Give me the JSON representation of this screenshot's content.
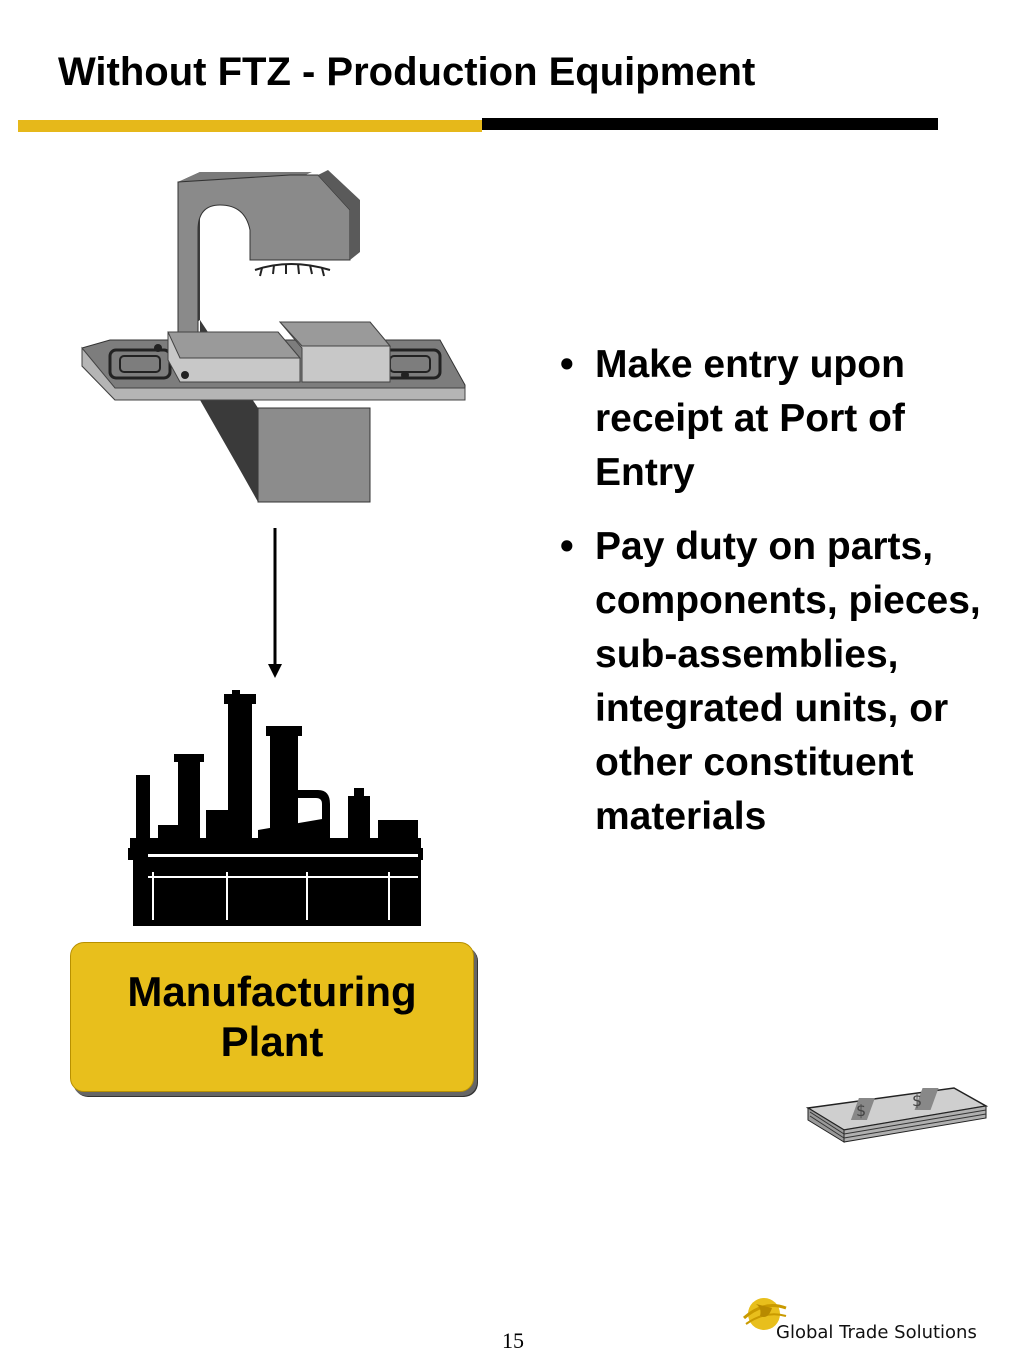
{
  "slide": {
    "title": "Without FTZ - Production Equipment",
    "page_number": "15"
  },
  "diagram": {
    "plant_label_line1": "Manufacturing",
    "plant_label_line2": "Plant",
    "plant_box_color": "#e8bf1c",
    "icons": [
      "production-machine-icon",
      "down-arrow-icon",
      "factory-icon",
      "money-stack-icon"
    ]
  },
  "bullets": [
    {
      "text": "Make entry upon receipt at Port of Entry"
    },
    {
      "text": "Pay duty on parts, components, pieces, sub-assemblies, integrated units, or other constituent materials"
    }
  ],
  "footer": {
    "company_name": "Global Trade Solutions"
  },
  "colors": {
    "accent_yellow": "#e6b81a",
    "rule_black": "#000000"
  }
}
